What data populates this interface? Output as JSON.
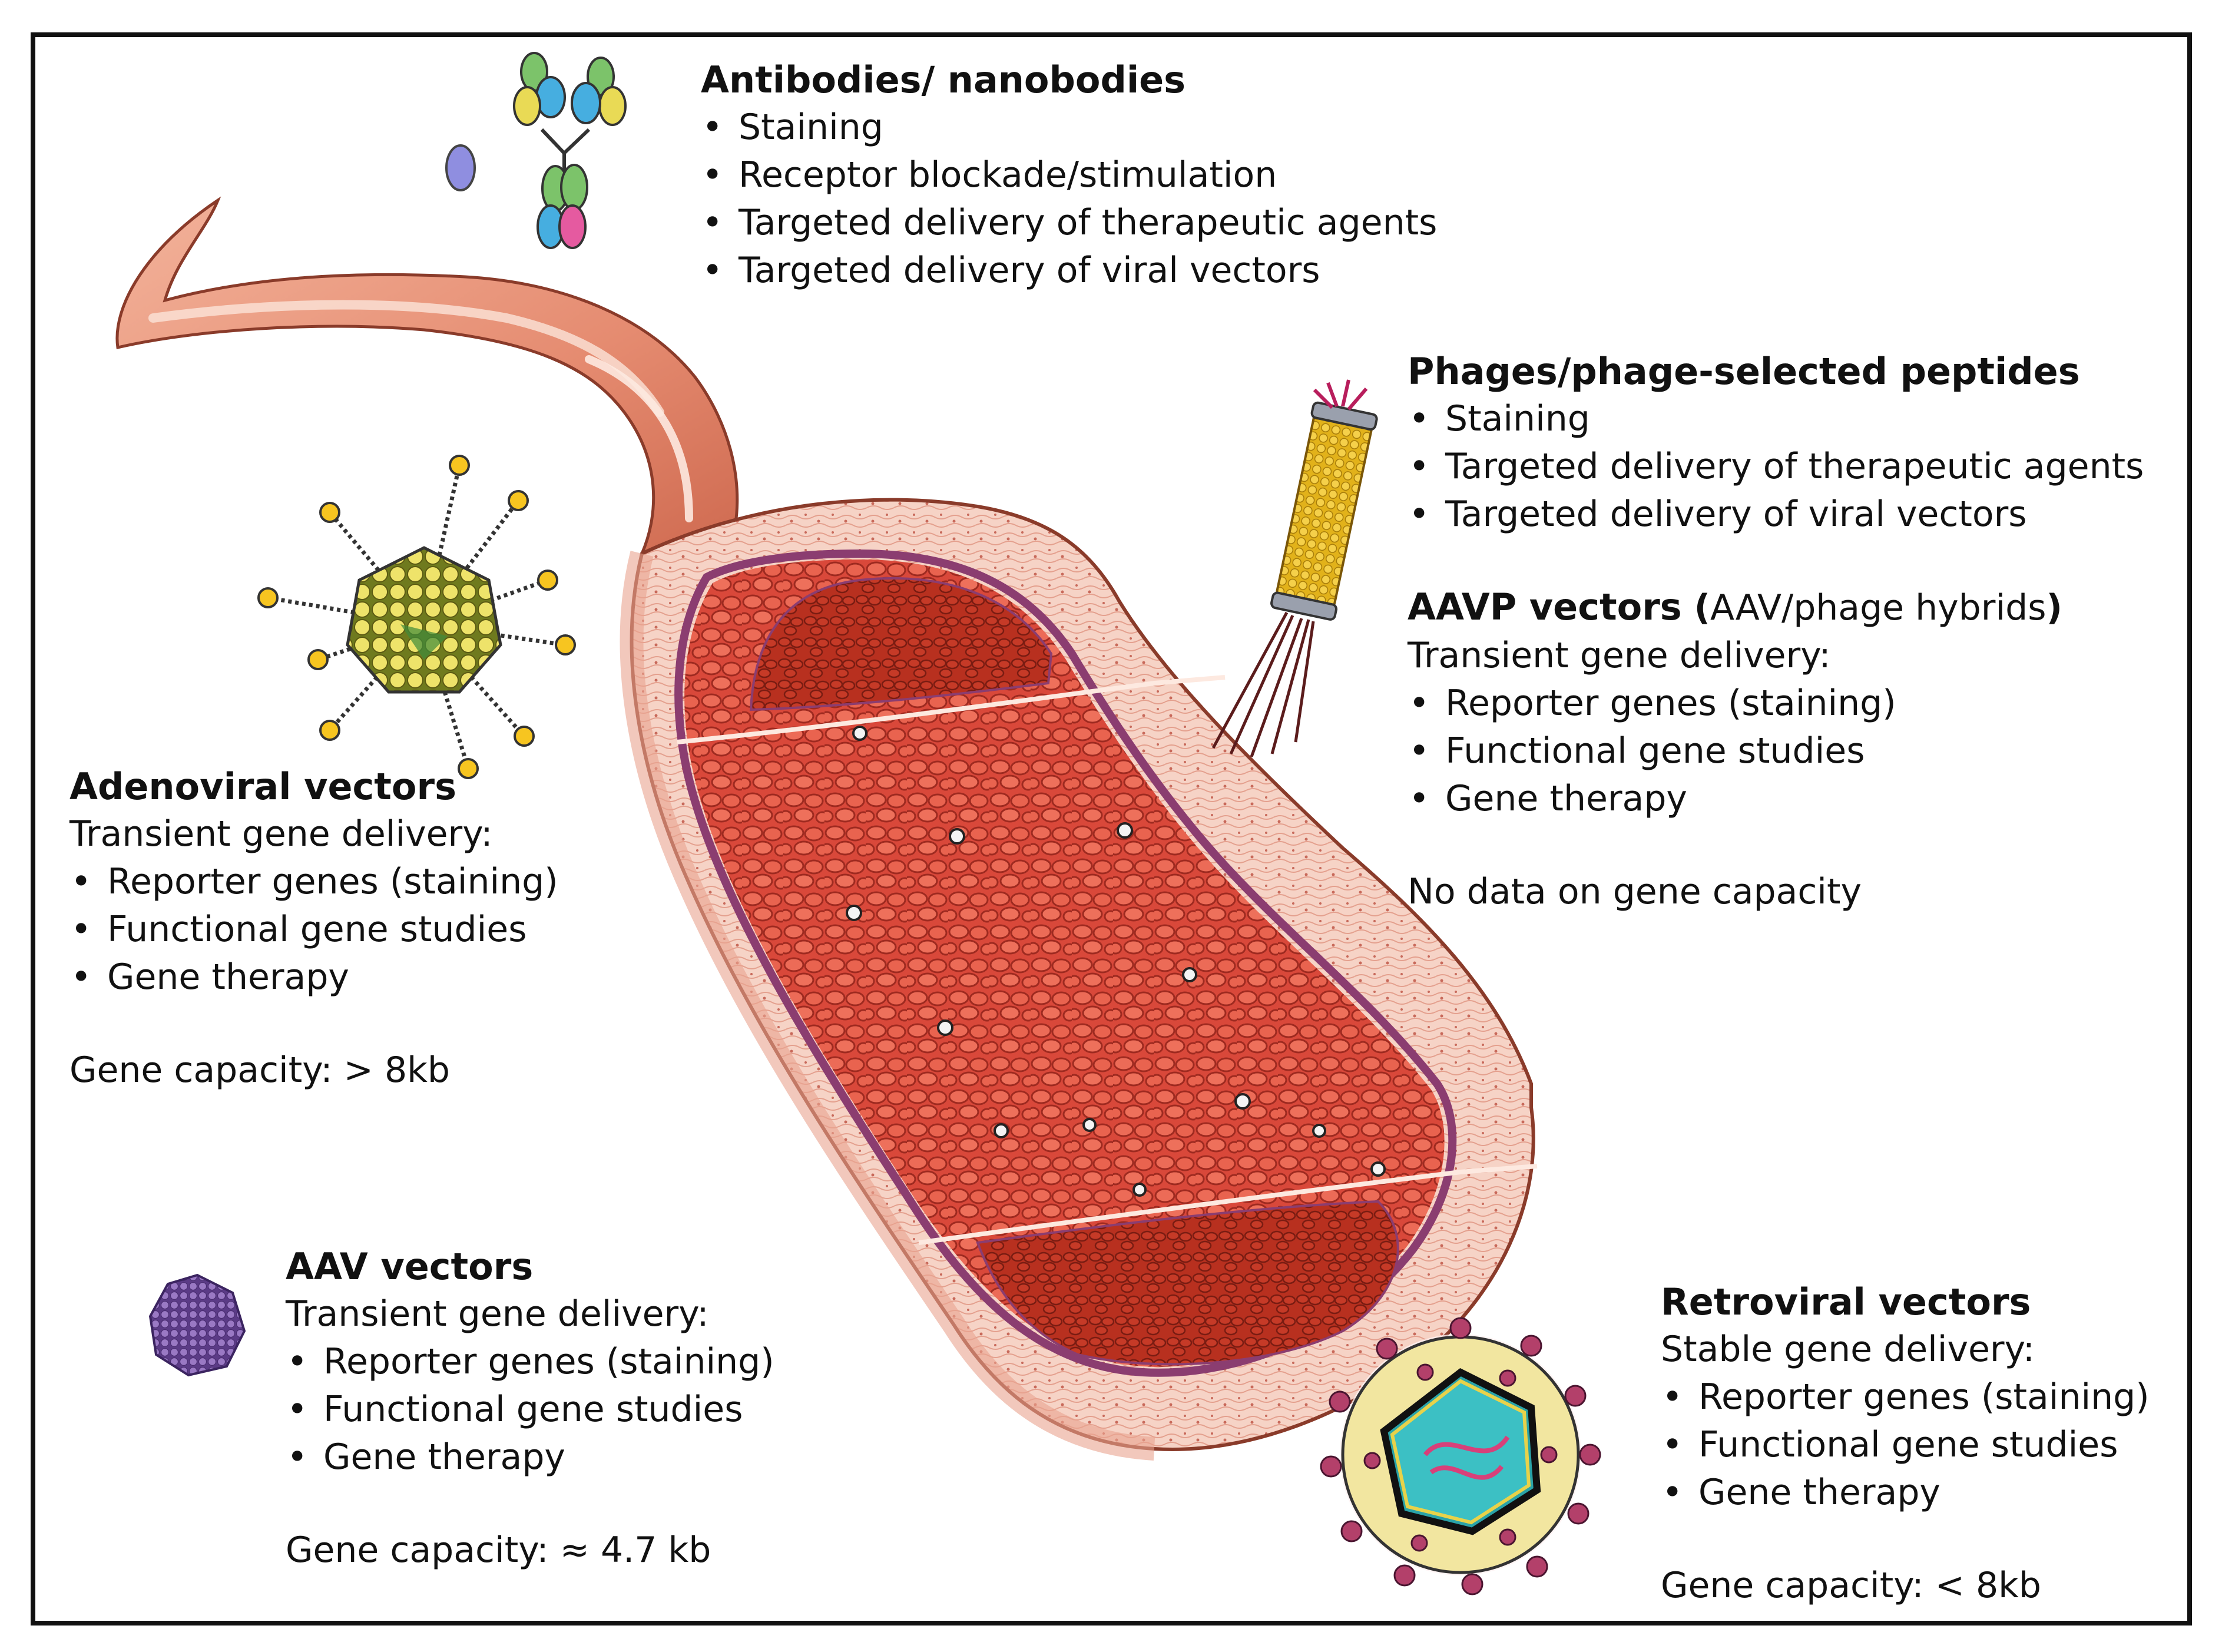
{
  "antibodies": {
    "title": "Antibodies/ nanobodies",
    "items": [
      "Staining",
      "Receptor blockade/stimulation",
      "Targeted delivery of therapeutic agents",
      "Targeted delivery of viral vectors"
    ]
  },
  "phages": {
    "title": "Phages/phage-selected peptides",
    "items": [
      "Staining",
      "Targeted delivery of therapeutic agents",
      "Targeted delivery of viral vectors"
    ]
  },
  "aavp": {
    "title_bold": "AAVP vectors",
    "title_paren_open": " (",
    "title_normal": "AAV/phage hybrids",
    "title_paren_close": ")",
    "subtitle": "Transient gene delivery:",
    "items": [
      "Reporter genes (staining)",
      "Functional gene studies",
      "Gene therapy"
    ],
    "capacity": "No data on gene capacity"
  },
  "adenoviral": {
    "title": "Adenoviral vectors",
    "subtitle": "Transient gene delivery:",
    "items": [
      "Reporter genes (staining)",
      "Functional gene studies",
      "Gene therapy"
    ],
    "capacity": "Gene capacity: > 8kb"
  },
  "aav": {
    "title": "AAV vectors",
    "subtitle": "Transient gene delivery:",
    "items": [
      "Reporter genes (staining)",
      "Functional gene studies",
      "Gene therapy"
    ],
    "capacity": "Gene capacity: ≈ 4.7 kb"
  },
  "retroviral": {
    "title": "Retroviral vectors",
    "subtitle": "Stable gene delivery:",
    "items": [
      "Reporter genes (staining)",
      "Functional gene studies",
      "Gene therapy"
    ],
    "capacity": "Gene capacity: < 8kb"
  },
  "icons": [
    "antibody-icon",
    "nanobody-icon",
    "phage-icon",
    "adenovirus-icon",
    "aav-capsid-icon",
    "retrovirus-icon",
    "blood-vessel-illustration"
  ],
  "colors": {
    "vessel_outer": "#e8957a",
    "vessel_wall": "#f3c7b8",
    "blood": "#c0392b",
    "red_cell": "#e25d45",
    "adenovirus": "#e6d84a",
    "aav": "#7b5aa6",
    "retrovirus_core": "#2aa3a8",
    "phage": "#f0c020"
  }
}
